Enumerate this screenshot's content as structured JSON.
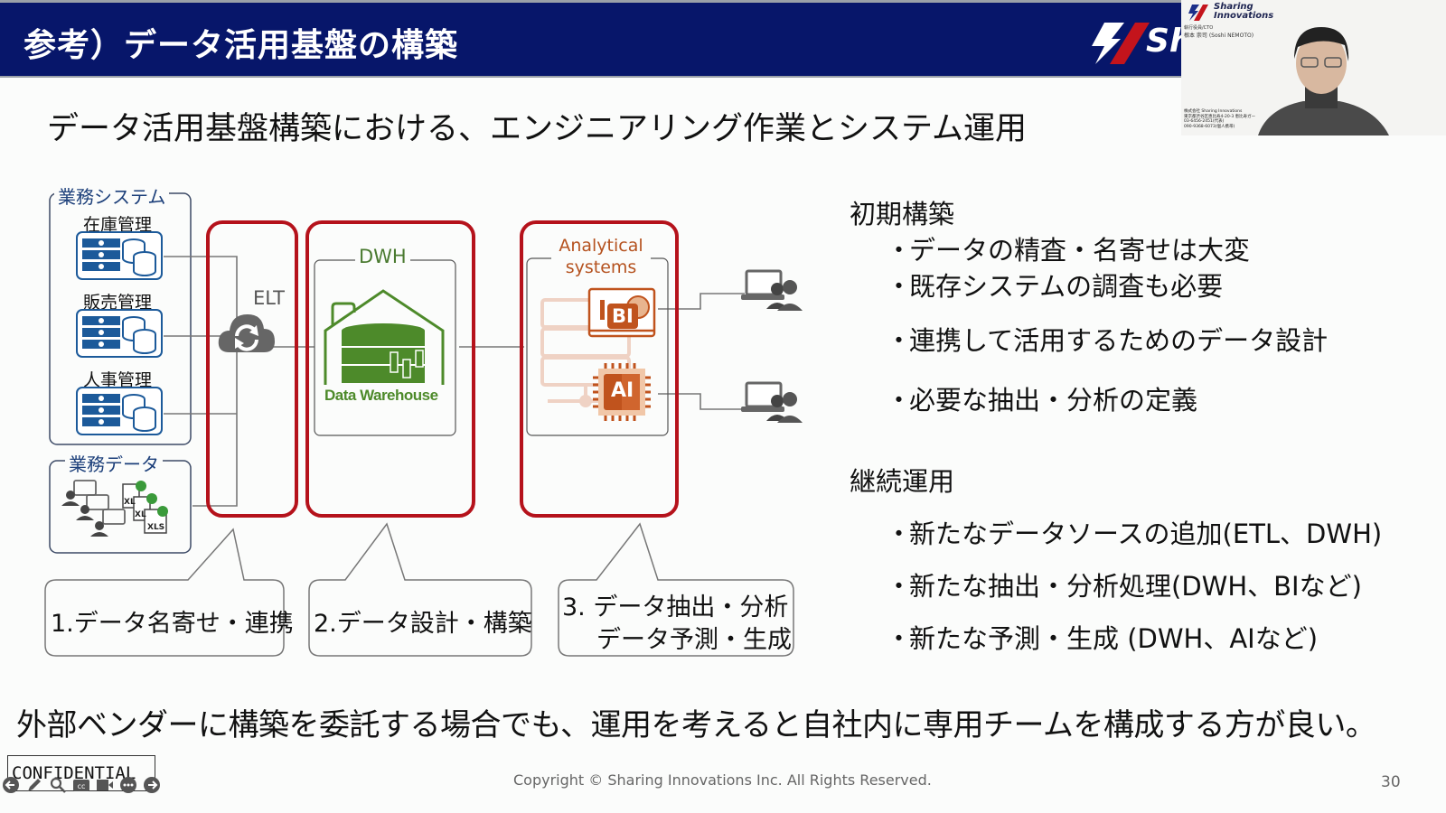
{
  "slide": {
    "title": "参考）データ活用基盤の構築",
    "subtitle": "データ活用基盤構築における、エンジニアリング作業とシステム運用",
    "brand_fragment": "Sh",
    "conclusion": "外部ベンダーに構築を委託する場合でも、運用を考えると自社内に専用チームを構成する方が良い。",
    "confidential": "CONFIDENTIAL",
    "copyright": "Copyright © Sharing Innovations Inc. All Rights Reserved.",
    "page_number": "30"
  },
  "colors": {
    "header_bg": "#07166a",
    "accent_red": "#b5121b",
    "dwh_green": "#4d8a2a",
    "analytics_orange": "#b5521f",
    "system_blue": "#1c5a9a"
  },
  "video_overlay": {
    "brand": [
      "Sharing",
      "Innovations"
    ],
    "role": "執行役員/CTO",
    "name": "根本 崇司 (Soshi NEMOTO)",
    "company_lines": [
      "株式会社 Sharing Innovations",
      "東京都渋谷区恵比寿4-20-3 恵比寿ガー",
      "03-6456-2451(代表)",
      "090-9368-6073(個人携帯)"
    ]
  },
  "diagram": {
    "business_systems": {
      "label": "業務システム",
      "systems": [
        "在庫管理",
        "販売管理",
        "人事管理"
      ]
    },
    "business_data": {
      "label": "業務データ",
      "file_labels": [
        "XL",
        "XL",
        "XLS"
      ]
    },
    "elt_label": "ELT",
    "dwh": {
      "label": "DWH",
      "icon_text": "Data Warehouse"
    },
    "analytics": {
      "label_line1": "Analytical",
      "label_line2": "systems",
      "bi_label": "BI",
      "ai_label": "AI"
    },
    "callouts": [
      {
        "lines": [
          "1.データ名寄せ・連携"
        ]
      },
      {
        "lines": [
          "2.データ設計・構築"
        ]
      },
      {
        "lines": [
          "3. データ抽出・分析",
          "データ予測・生成"
        ]
      }
    ]
  },
  "right_panel": {
    "initial": {
      "heading": "初期構築",
      "bullets": [
        "データの精査・名寄せは大変",
        "既存システムの調査も必要",
        "連携して活用するためのデータ設計",
        "必要な抽出・分析の定義"
      ]
    },
    "ongoing": {
      "heading": "継続運用",
      "bullets": [
        "新たなデータソースの追加(ETL、DWH)",
        "新たな抽出・分析処理(DWH、BIなど)",
        "新たな予測・生成 (DWH、AIなど)"
      ]
    },
    "bullet_glyph": "・"
  },
  "player_toolbar": {
    "buttons": [
      "previous-slide",
      "pen",
      "zoom",
      "captions",
      "camera",
      "more",
      "next-slide"
    ]
  }
}
